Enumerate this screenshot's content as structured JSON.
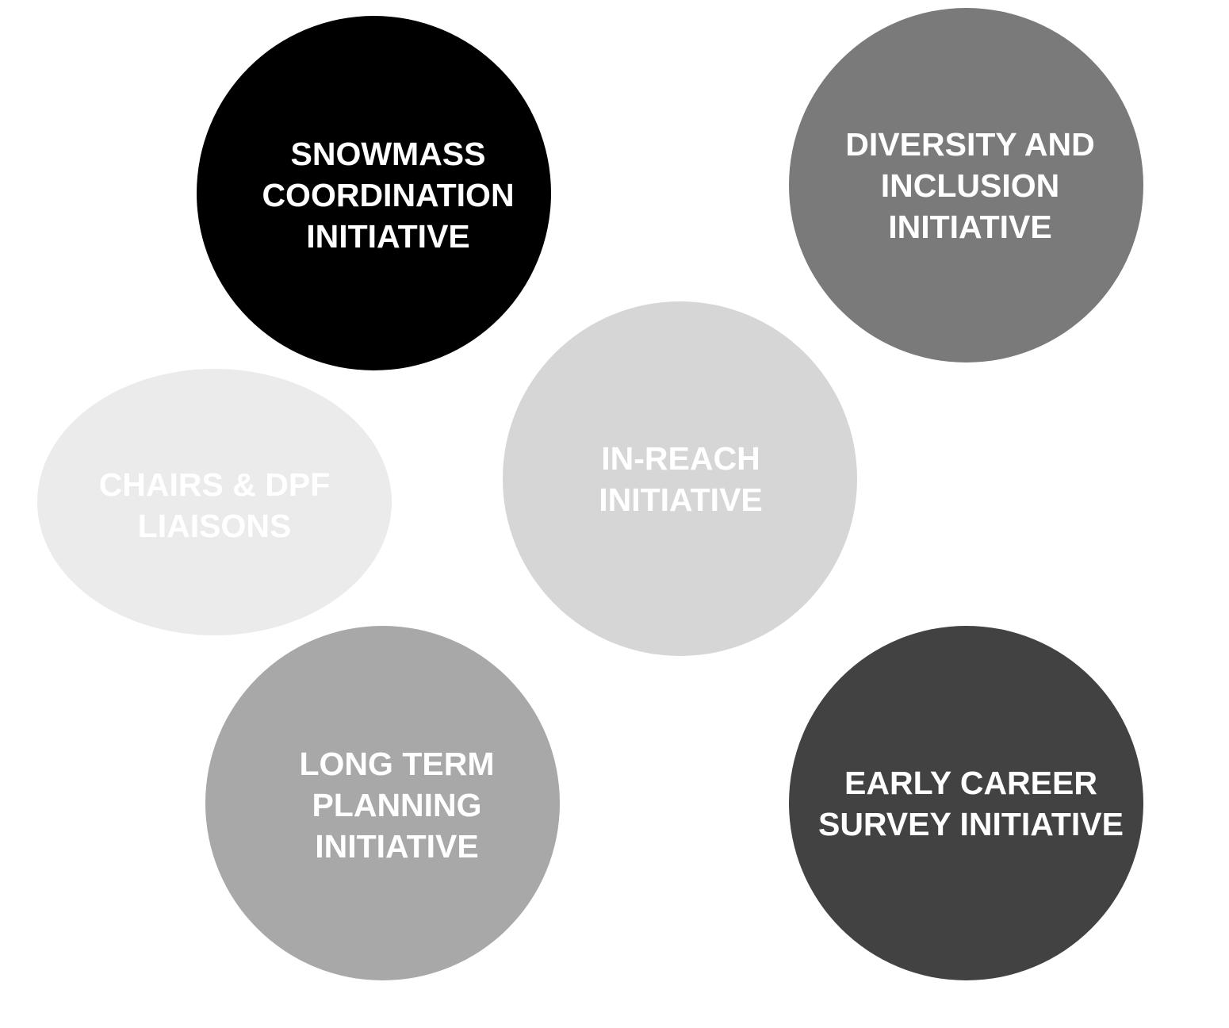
{
  "diagram": {
    "nodes": [
      {
        "id": "snowmass",
        "label": "SNOWMASS\nCOORDINATION\nINITIATIVE",
        "fill": "#000000"
      },
      {
        "id": "diversity",
        "label": "DIVERSITY AND\nINCLUSION\nINITIATIVE",
        "fill": "#7a7a7a"
      },
      {
        "id": "chairs",
        "label": "CHAIRS & DPF\nLIAISONS",
        "fill": "#ebebeb"
      },
      {
        "id": "inreach",
        "label": "IN-REACH\nINITIATIVE",
        "fill": "#d6d6d6"
      },
      {
        "id": "longterm",
        "label": "LONG TERM\nPLANNING\nINITIATIVE",
        "fill": "#a8a8a8"
      },
      {
        "id": "earlycareer",
        "label": "EARLY CAREER\nSURVEY INITIATIVE",
        "fill": "#424242"
      }
    ],
    "label_color": "#ffffff"
  }
}
